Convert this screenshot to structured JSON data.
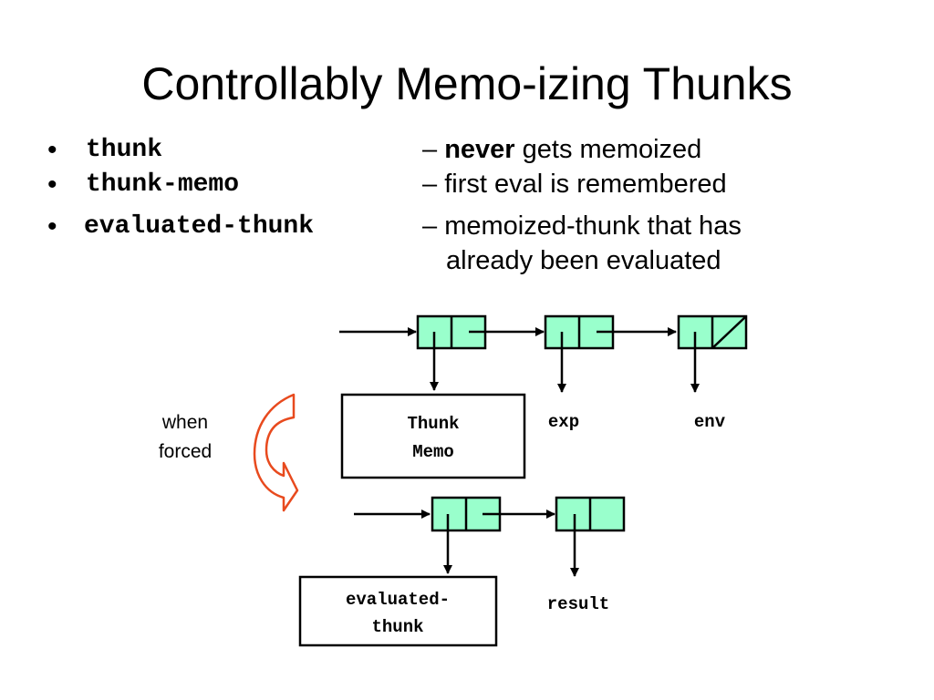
{
  "title": "Controllably Memo-izing Thunks",
  "bullets": [
    {
      "marker": "•",
      "term": "thunk",
      "dash": "–",
      "emphasis": "never",
      "description": "gets memoized",
      "continuation": ""
    },
    {
      "marker": "•",
      "term": "thunk-memo",
      "dash": "–",
      "emphasis": "",
      "description": "first eval is remembered",
      "continuation": ""
    },
    {
      "marker": "•",
      "term": "evaluated-thunk",
      "dash": "–",
      "emphasis": "",
      "description": "memoized-thunk that has",
      "continuation": "already been evaluated"
    }
  ],
  "diagram": {
    "cell_fill": "#99ffcc",
    "arrow_color": "#e84a1e",
    "box_top_line1": "Thunk",
    "box_top_line2": "Memo",
    "label_exp": "exp",
    "label_env": "env",
    "when_line1": "when",
    "when_line2": "forced",
    "box_bottom_line1": "evaluated-",
    "box_bottom_line2": "thunk",
    "label_result": "result"
  }
}
